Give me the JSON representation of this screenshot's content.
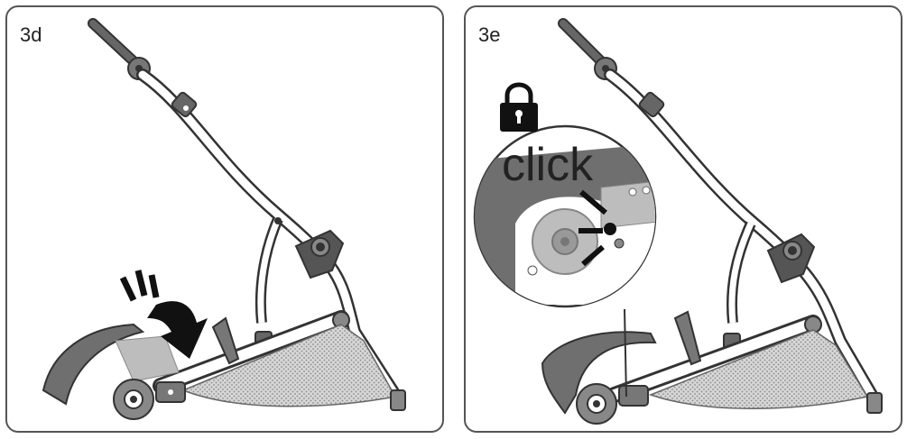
{
  "panels": [
    {
      "label": "3d"
    },
    {
      "label": "3e",
      "callout_text": "click"
    }
  ],
  "colors": {
    "frame_dark": "#555555",
    "canopy_gray": "#6f6f6f",
    "fabric_light": "#bdbdbd",
    "arrow_black": "#111111",
    "outline": "#333333"
  },
  "icons": [
    "padlock-icon",
    "down-arrow-icon",
    "motion-lines-icon"
  ]
}
